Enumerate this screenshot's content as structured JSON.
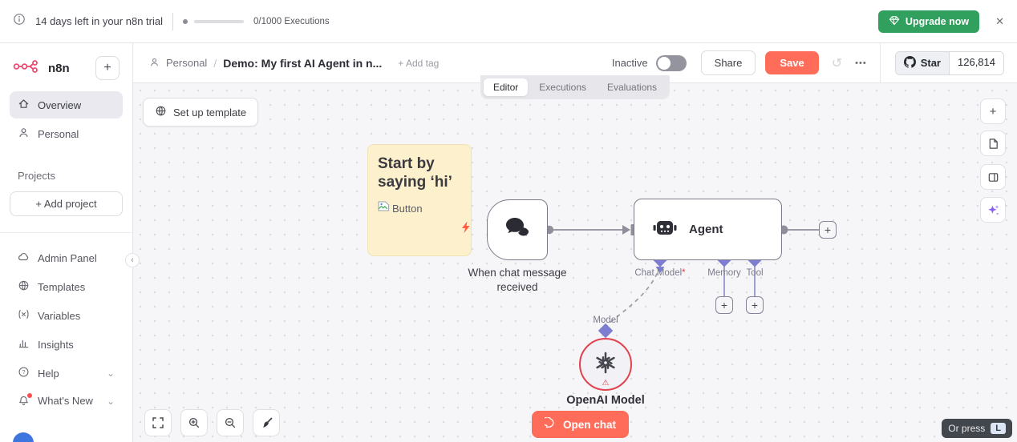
{
  "colors": {
    "primary": "#ff6d5a",
    "green": "#31a05f",
    "purple": "#7d7dd1",
    "error_red": "#e0434e",
    "brand_pink": "#ea4b71"
  },
  "banner": {
    "trial_text": "14 days left in your n8n trial",
    "executions": "0/1000 Executions",
    "upgrade": "Upgrade now"
  },
  "sidebar": {
    "logo": "n8n",
    "nav": [
      {
        "label": "Overview"
      },
      {
        "label": "Personal"
      }
    ],
    "projects_title": "Projects",
    "add_project": "+ Add project",
    "menu": [
      {
        "label": "Admin Panel"
      },
      {
        "label": "Templates"
      },
      {
        "label": "Variables"
      },
      {
        "label": "Insights"
      },
      {
        "label": "Help"
      },
      {
        "label": "What's New"
      }
    ]
  },
  "header": {
    "breadcrumb": "Personal",
    "divider": "/",
    "title": "Demo: My first AI Agent in n...",
    "add_tag": "+ Add tag",
    "status": "Inactive",
    "share": "Share",
    "save": "Save",
    "star": "Star",
    "star_count": "126,814"
  },
  "tabs": [
    {
      "label": "Editor"
    },
    {
      "label": "Executions"
    },
    {
      "label": "Evaluations"
    }
  ],
  "canvas": {
    "setup_template": "Set up template",
    "sticky_title": "Start by saying ‘hi’",
    "sticky_image_alt": "Button",
    "chat_trigger_label": "When chat message received",
    "agent_label": "Agent",
    "chat_model_label": "Chat Model",
    "chat_model_required": "*",
    "memory_label": "Memory",
    "tool_label": "Tool",
    "model_label": "Model",
    "openai_label": "OpenAI Model",
    "open_chat": "Open chat",
    "or_press": "Or press",
    "key_hint": "L"
  },
  "icons": {
    "close": "✕",
    "more": "•••",
    "history": "↺",
    "chevron_down": "⌄",
    "plus": "+",
    "collapse": "‹"
  }
}
